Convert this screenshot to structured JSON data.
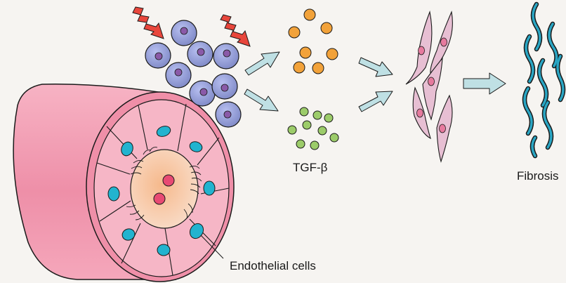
{
  "labels": {
    "tgf": "TGF-β",
    "fibrosis": "Fibrosis",
    "endothelial": "Endothelial cells"
  },
  "colors": {
    "background": "#f6f4f1",
    "immune_cell": "#9aa3d6",
    "immune_nucleus": "#8a5aa8",
    "orange_particle": "#f2a23a",
    "green_particle": "#9ccc6a",
    "fibroblast": "#e7bfd3",
    "fibroblast_nucleus": "#e67a9e",
    "fibrosis_fiber": "#2aa6c4",
    "arrow": "#bfe0e4",
    "lightning": "#e8463c",
    "vessel_outer": "#ee8fa8",
    "vessel_inner": "#f5b5c7",
    "endothelial_nucleus": "#22b3cf",
    "lumen": "#f8d7b0",
    "lumen_cell": "#e84a73"
  },
  "icons": {
    "stimulus": "lightning-bolt-icon",
    "flow": "arrow-icon"
  }
}
